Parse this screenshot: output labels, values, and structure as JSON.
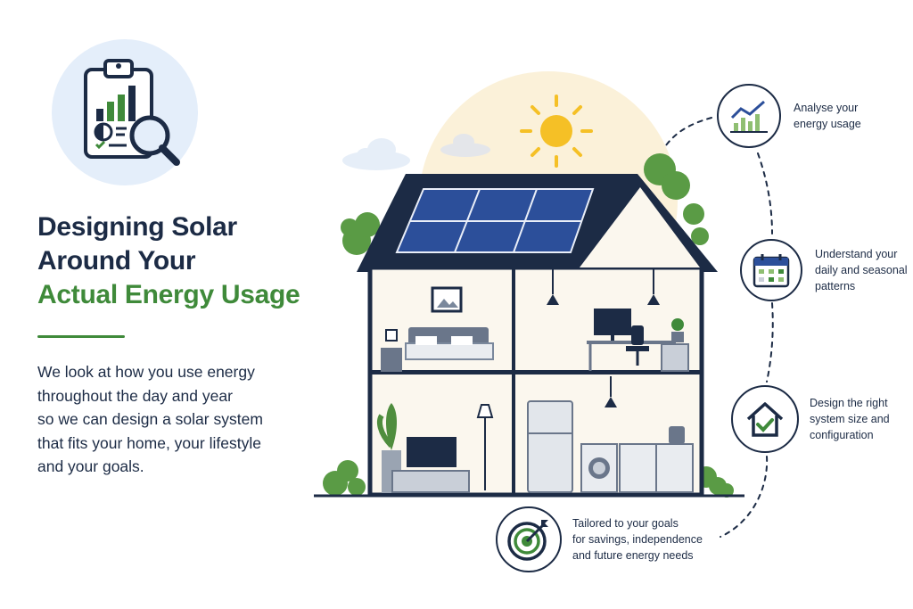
{
  "title": {
    "line1": "Designing Solar",
    "line2": "Around Your",
    "line3": "Actual Energy Usage"
  },
  "body": {
    "lines": [
      "We look at how you use energy",
      "throughout the day and year",
      "so we can design a solar system",
      "that fits your home, your lifestyle",
      "and your goals."
    ]
  },
  "steps": [
    {
      "icon": "line-chart-icon",
      "lines": [
        "Analyse your",
        "energy usage"
      ]
    },
    {
      "icon": "calendar-icon",
      "lines": [
        "Understand your",
        "daily and seasonal",
        "patterns"
      ]
    },
    {
      "icon": "house-check-icon",
      "lines": [
        "Design the right",
        "system size and",
        "configuration"
      ]
    },
    {
      "icon": "target-icon",
      "lines": [
        "Tailored to your goals",
        "for savings, independence",
        "and future energy needs"
      ]
    }
  ],
  "colors": {
    "navy": "#1c2b45",
    "green": "#3f8a3a",
    "light_blue": "#e4eefa",
    "sun": "#f5c026",
    "panel_blue": "#2c4f9a"
  }
}
